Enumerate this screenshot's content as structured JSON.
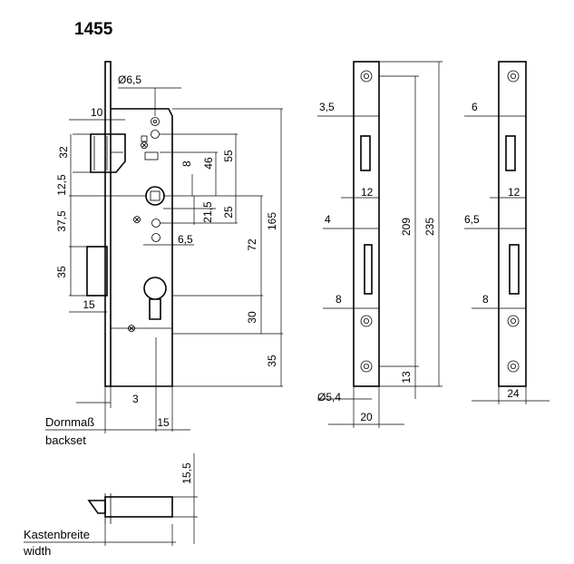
{
  "title": "1455",
  "dims": {
    "d_hole": "Ø6,5",
    "d10": "10",
    "d32": "32",
    "d12_5": "12,5",
    "d37_5": "37,5",
    "d35a": "35",
    "d15a": "15",
    "d8": "8",
    "d46": "46",
    "d55": "55",
    "d21_5": "21,5",
    "d25": "25",
    "d6_5": "6,5",
    "d72": "72",
    "d165": "165",
    "d30": "30",
    "d35b": "35",
    "d3": "3",
    "d15b": "15",
    "d15_5": "15,5"
  },
  "labels": {
    "dornmass": "Dornmaß",
    "backset": "backset",
    "kastenbreite": "Kastenbreite",
    "width": "width"
  },
  "faceplate1": {
    "d3_5": "3,5",
    "d12": "12",
    "d4": "4",
    "d8": "8",
    "d209": "209",
    "d235": "235",
    "d13": "13",
    "d5_4": "Ø5,4",
    "d20": "20"
  },
  "faceplate2": {
    "d6": "6",
    "d12": "12",
    "d6_5": "6,5",
    "d8": "8",
    "d24": "24"
  }
}
